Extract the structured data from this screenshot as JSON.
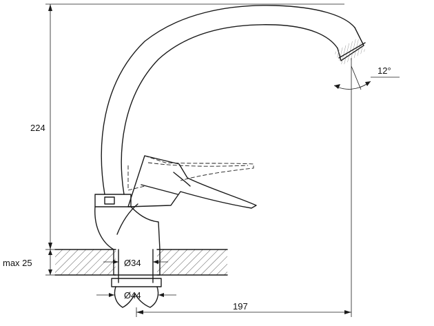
{
  "dimensions": {
    "height": "224",
    "max_thickness": "max 25",
    "body_diameter": "Ø34",
    "nut_diameter": "Ø44",
    "reach": "197",
    "swivel_angle": "12°"
  }
}
